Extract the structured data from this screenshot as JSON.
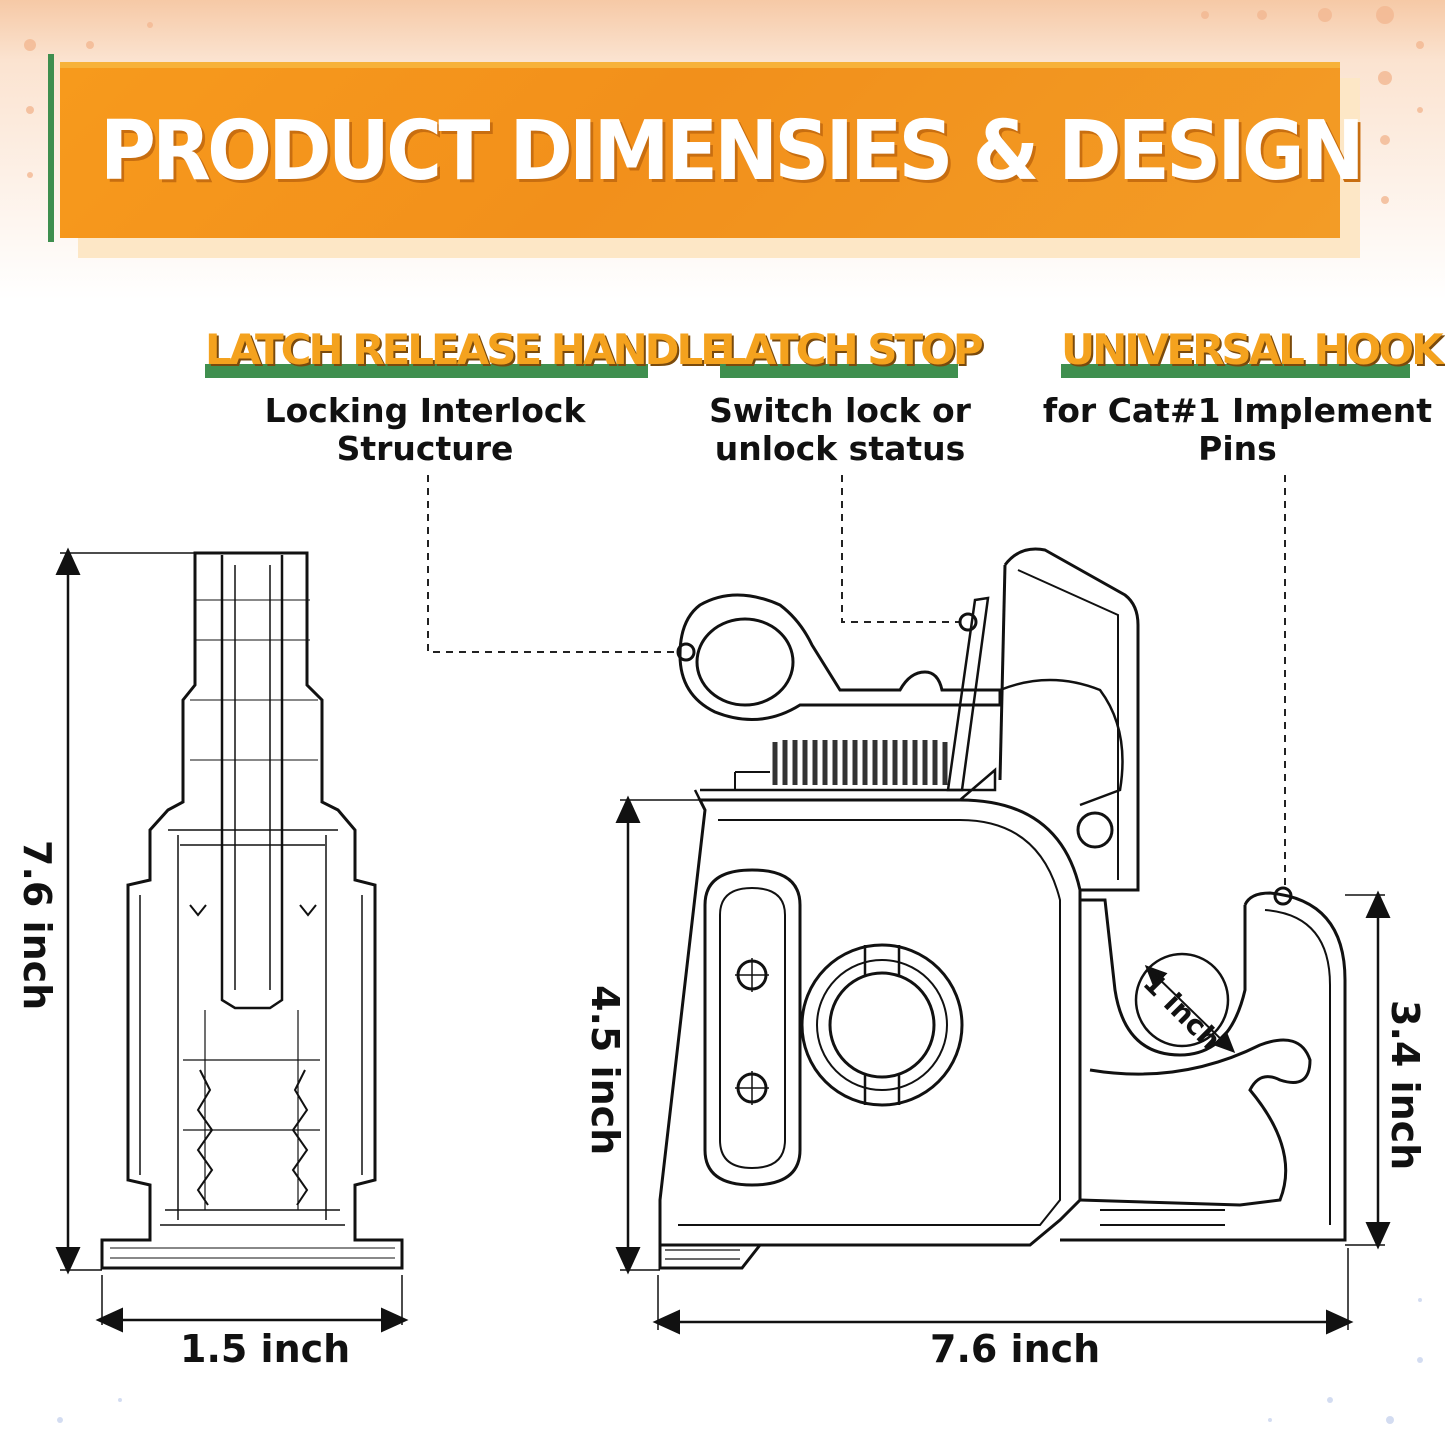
{
  "banner": {
    "title": "PRODUCT DIMENSIES & DESIGN"
  },
  "features": [
    {
      "title": "LATCH RELEASE HANDLE",
      "desc_line1": "Locking Interlock",
      "desc_line2": "Structure"
    },
    {
      "title": "LATCH STOP",
      "desc_line1": "Switch lock or",
      "desc_line2": "unlock status"
    },
    {
      "title": "UNIVERSAL HOOK",
      "desc_line1": "for Cat#1 Implement",
      "desc_line2": "Pins"
    }
  ],
  "dimensions": {
    "side_height": "7.6 inch",
    "side_width": "1.5 inch",
    "front_body_height": "4.5 inch",
    "hook_height": "3.4 inch",
    "hook_opening": "1 inch",
    "front_length": "7.6 inch"
  },
  "colors": {
    "orange": "#f2901b",
    "green": "#3f8f4f",
    "ink": "#111111"
  }
}
